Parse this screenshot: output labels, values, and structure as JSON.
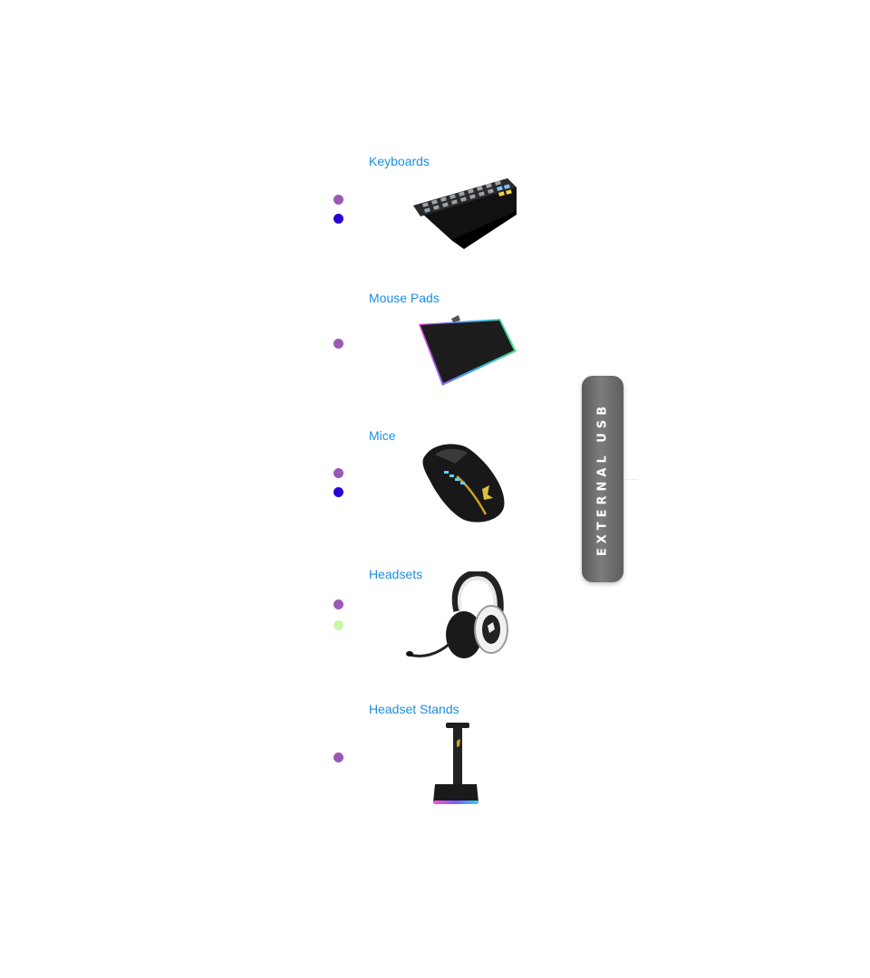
{
  "categories": [
    {
      "label": "Keyboards",
      "icon": "keyboard-icon",
      "dots": [
        "#9b59b6",
        "#2a00d4"
      ]
    },
    {
      "label": "Mouse Pads",
      "icon": "mouse-pad-icon",
      "dots": [
        "#9b59b6"
      ]
    },
    {
      "label": "Mice",
      "icon": "mouse-icon",
      "dots": [
        "#9b59b6",
        "#2a00d4"
      ]
    },
    {
      "label": "Headsets",
      "icon": "headset-icon",
      "dots": [
        "#9b59b6",
        "#c8f7a8"
      ]
    },
    {
      "label": "Headset Stands",
      "icon": "headset-stand-icon",
      "dots": [
        "#9b59b6"
      ]
    }
  ],
  "connector": {
    "label": "EXTERNAL USB"
  },
  "colors": {
    "link": "#1b8fe3",
    "dot_purple": "#9b59b6",
    "dot_blue": "#2a00d4",
    "dot_green": "#c8f7a8",
    "tab_gray": "#6e6e6e"
  }
}
